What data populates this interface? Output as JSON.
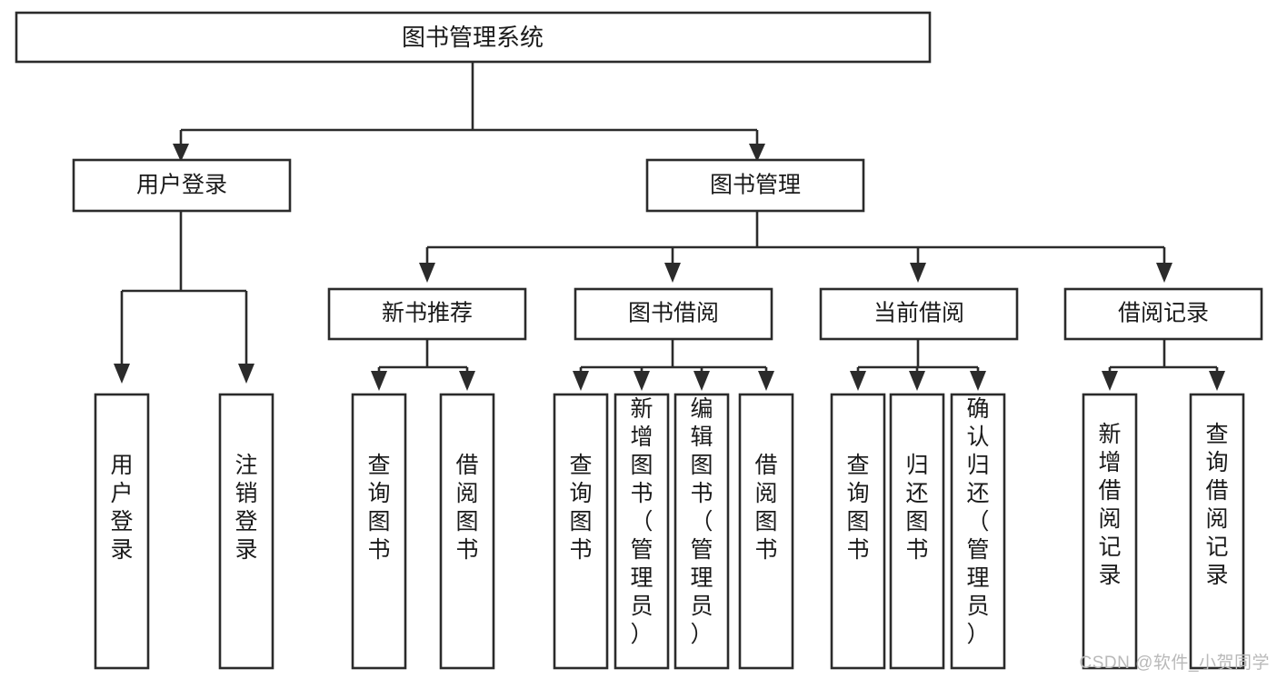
{
  "diagram": {
    "type": "tree-hierarchy",
    "title": "图书管理系统",
    "watermark": "CSDN @软件_小贺同学",
    "levels": [
      {
        "level": 1,
        "nodes": [
          {
            "id": "root",
            "label": "图书管理系统",
            "orientation": "horizontal"
          }
        ]
      },
      {
        "level": 2,
        "nodes": [
          {
            "id": "login",
            "label": "用户登录",
            "orientation": "horizontal",
            "parent": "root"
          },
          {
            "id": "bookmgmt",
            "label": "图书管理",
            "orientation": "horizontal",
            "parent": "root"
          }
        ]
      },
      {
        "level": 3,
        "nodes": [
          {
            "id": "newbook",
            "label": "新书推荐",
            "orientation": "horizontal",
            "parent": "bookmgmt"
          },
          {
            "id": "borrow",
            "label": "图书借阅",
            "orientation": "horizontal",
            "parent": "bookmgmt"
          },
          {
            "id": "current",
            "label": "当前借阅",
            "orientation": "horizontal",
            "parent": "bookmgmt"
          },
          {
            "id": "records",
            "label": "借阅记录",
            "orientation": "horizontal",
            "parent": "bookmgmt"
          }
        ]
      },
      {
        "level": 4,
        "nodes": [
          {
            "id": "leaf-1",
            "label": "用户登录",
            "orientation": "vertical",
            "parent": "login"
          },
          {
            "id": "leaf-2",
            "label": "注销登录",
            "orientation": "vertical",
            "parent": "login"
          },
          {
            "id": "leaf-3",
            "label": "查询图书",
            "orientation": "vertical",
            "parent": "newbook"
          },
          {
            "id": "leaf-4",
            "label": "借阅图书",
            "orientation": "vertical",
            "parent": "newbook"
          },
          {
            "id": "leaf-5",
            "label": "查询图书",
            "orientation": "vertical",
            "parent": "borrow"
          },
          {
            "id": "leaf-6",
            "label": "新增图书（管理员）",
            "orientation": "vertical",
            "parent": "borrow"
          },
          {
            "id": "leaf-7",
            "label": "编辑图书（管理员）",
            "orientation": "vertical",
            "parent": "borrow"
          },
          {
            "id": "leaf-8",
            "label": "借阅图书",
            "orientation": "vertical",
            "parent": "borrow"
          },
          {
            "id": "leaf-9",
            "label": "查询图书",
            "orientation": "vertical",
            "parent": "current"
          },
          {
            "id": "leaf-10",
            "label": "归还图书",
            "orientation": "vertical",
            "parent": "current"
          },
          {
            "id": "leaf-11",
            "label": "确认归还（管理员）",
            "orientation": "vertical",
            "parent": "current"
          },
          {
            "id": "leaf-12",
            "label": "新增借阅记录",
            "orientation": "vertical",
            "parent": "records"
          },
          {
            "id": "leaf-13",
            "label": "查询借阅记录",
            "orientation": "vertical",
            "parent": "records"
          }
        ]
      }
    ],
    "colors": {
      "stroke": "#2b2b2b",
      "fill": "#ffffff",
      "text": "#1a1a1a",
      "watermark": "#b9b9b9",
      "background": "#ffffff"
    }
  }
}
